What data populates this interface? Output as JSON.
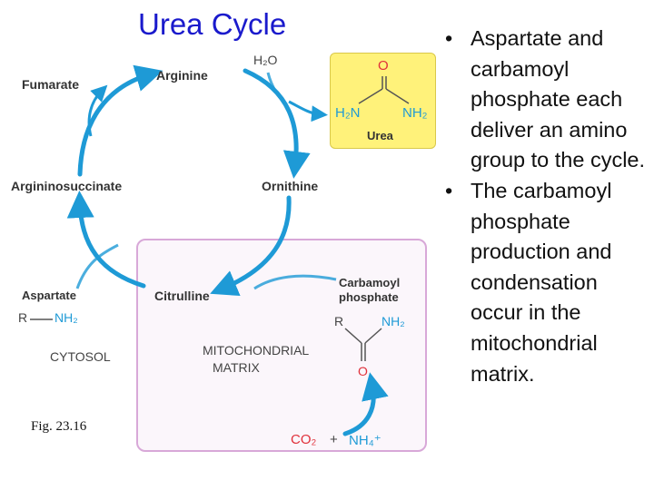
{
  "title": "Urea Cycle",
  "figure_caption": "Fig. 23.16",
  "cycle": {
    "arginine": "Arginine",
    "ornithine": "Ornithine",
    "citrulline": "Citrulline",
    "argininosuccinate": "Argininosuccinate",
    "fumarate": "Fumarate",
    "water": "H₂O"
  },
  "urea_box": {
    "oxygen": "O",
    "left_amine": "H₂N",
    "right_amine": "NH₂",
    "label": "Urea"
  },
  "aspartate": {
    "name": "Aspartate",
    "r": "R",
    "amine": "NH₂"
  },
  "compartments": {
    "cytosol": "CYTOSOL",
    "matrix_line1": "MITOCHONDRIAL",
    "matrix_line2": "MATRIX"
  },
  "carbamoyl": {
    "line1": "Carbamoyl",
    "line2": "phosphate",
    "r": "R",
    "amine": "NH₂",
    "oxygen": "O"
  },
  "inputs": {
    "co2": "CO₂",
    "plus": "+",
    "nh4": "NH₄⁺"
  },
  "bullets": [
    "Aspartate and carbamoyl phosphate each deliver an amino group to the cycle.",
    "The carbamoyl phosphate production and condensation occur in the mitochondrial matrix."
  ],
  "colors": {
    "title": "#1a1acc",
    "arrow": "#1e9ad6",
    "amine": "#1e9ad6",
    "oxygen": "#e0303a",
    "urea_box": "#fff27a",
    "matrix_border": "#d8a8d8"
  }
}
